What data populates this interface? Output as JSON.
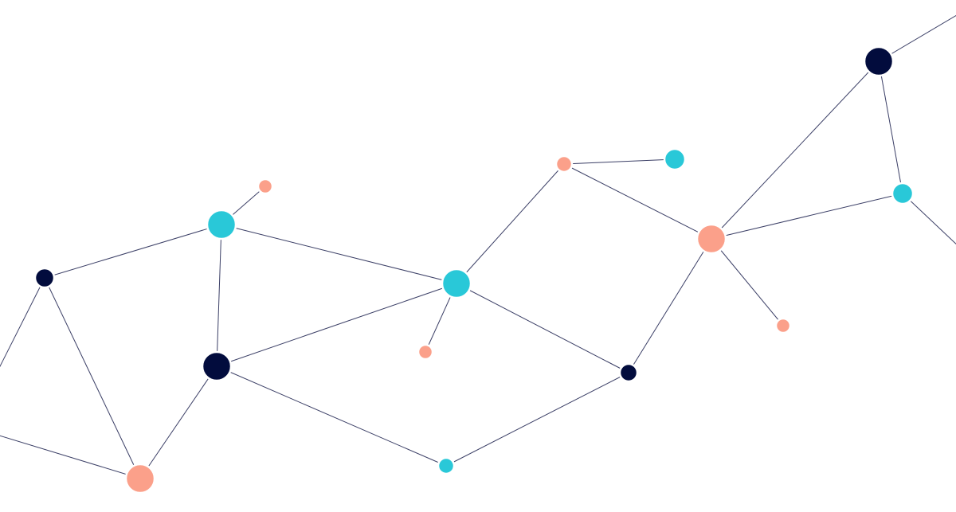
{
  "colors": {
    "navy": "#020c3d",
    "cyan": "#29c8d8",
    "salmon": "#fba08a",
    "edge": "#3b3f66",
    "background": "#ffffff"
  },
  "nodes": [
    {
      "id": "n1",
      "color": "navy"
    },
    {
      "id": "n2",
      "color": "cyan"
    },
    {
      "id": "n3",
      "color": "salmon"
    },
    {
      "id": "n4",
      "color": "navy"
    },
    {
      "id": "n5",
      "color": "salmon"
    },
    {
      "id": "n6",
      "color": "cyan"
    },
    {
      "id": "n7",
      "color": "salmon"
    },
    {
      "id": "n8",
      "color": "cyan"
    },
    {
      "id": "n9",
      "color": "salmon"
    },
    {
      "id": "n10",
      "color": "cyan"
    },
    {
      "id": "n11",
      "color": "salmon"
    },
    {
      "id": "n12",
      "color": "navy"
    },
    {
      "id": "n13",
      "color": "salmon"
    },
    {
      "id": "n14",
      "color": "navy"
    },
    {
      "id": "n15",
      "color": "cyan"
    }
  ],
  "edges": [
    [
      "n1",
      "n2"
    ],
    [
      "n1",
      "n5"
    ],
    [
      "n2",
      "n3"
    ],
    [
      "n2",
      "n4"
    ],
    [
      "n2",
      "n6"
    ],
    [
      "n4",
      "n5"
    ],
    [
      "n4",
      "n6"
    ],
    [
      "n4",
      "n8"
    ],
    [
      "n6",
      "n7"
    ],
    [
      "n6",
      "n9"
    ],
    [
      "n6",
      "n12"
    ],
    [
      "n8",
      "n12"
    ],
    [
      "n9",
      "n10"
    ],
    [
      "n9",
      "n11"
    ],
    [
      "n11",
      "n12"
    ],
    [
      "n11",
      "n13"
    ],
    [
      "n11",
      "n14"
    ],
    [
      "n11",
      "n15"
    ],
    [
      "n14",
      "n15"
    ]
  ]
}
